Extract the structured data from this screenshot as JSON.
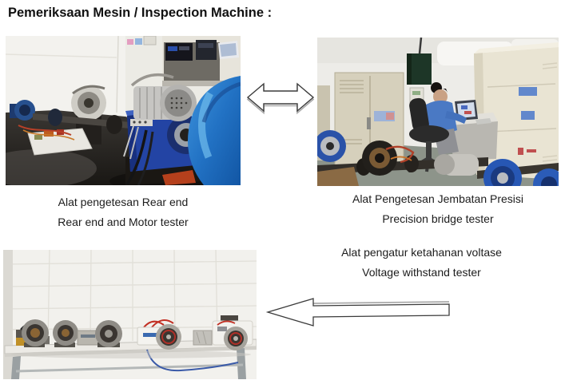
{
  "title": "Pemeriksaan Mesin / Inspection Machine :",
  "captions": {
    "rear_end": {
      "line1": "Alat pengetesan Rear end",
      "line2": "Rear end and Motor tester"
    },
    "precision_bridge": {
      "line1": "Alat Pengetesan Jembatan Presisi",
      "line2": "Precision bridge tester"
    },
    "voltage": {
      "line1": "Alat pengatur ketahanan voltase",
      "line2": "Voltage withstand tester"
    }
  },
  "photos": {
    "rear_end": "Rear end and motor test bench with blue dynamometer",
    "precision_bridge": "Operator at desk beside cabinets on precision bridge test line",
    "voltage": "Motors and testers lined up on table for voltage withstand test"
  },
  "icons": {
    "double_arrow": "left-right-arrow",
    "left_arrow": "left-arrow"
  },
  "colors": {
    "background": "#ffffff",
    "text": "#1a1a1a",
    "machine_blue": "#2757b4",
    "housing_blue": "#1f6cc0",
    "cabinet_beige": "#e9e4d3",
    "arrow_outline": "#3b3b3b",
    "arrow_shadow": "#aaaaaa"
  }
}
